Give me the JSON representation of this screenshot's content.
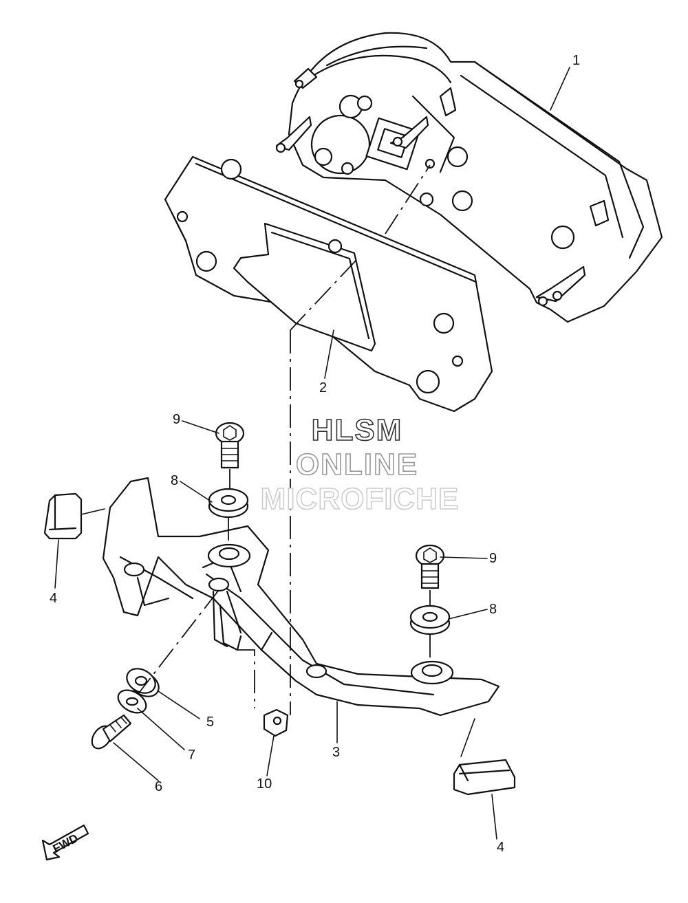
{
  "diagram": {
    "callouts": {
      "p1": "1",
      "p2": "2",
      "p3": "3",
      "p4a": "4",
      "p4b": "4",
      "p5": "5",
      "p6": "6",
      "p7": "7",
      "p8a": "8",
      "p8b": "8",
      "p9a": "9",
      "p9b": "9",
      "p10": "10"
    },
    "watermark": {
      "line1": "HLSM",
      "line2": "ONLINE",
      "line3": "MICROFICHE"
    },
    "direction_label": "FWD"
  }
}
